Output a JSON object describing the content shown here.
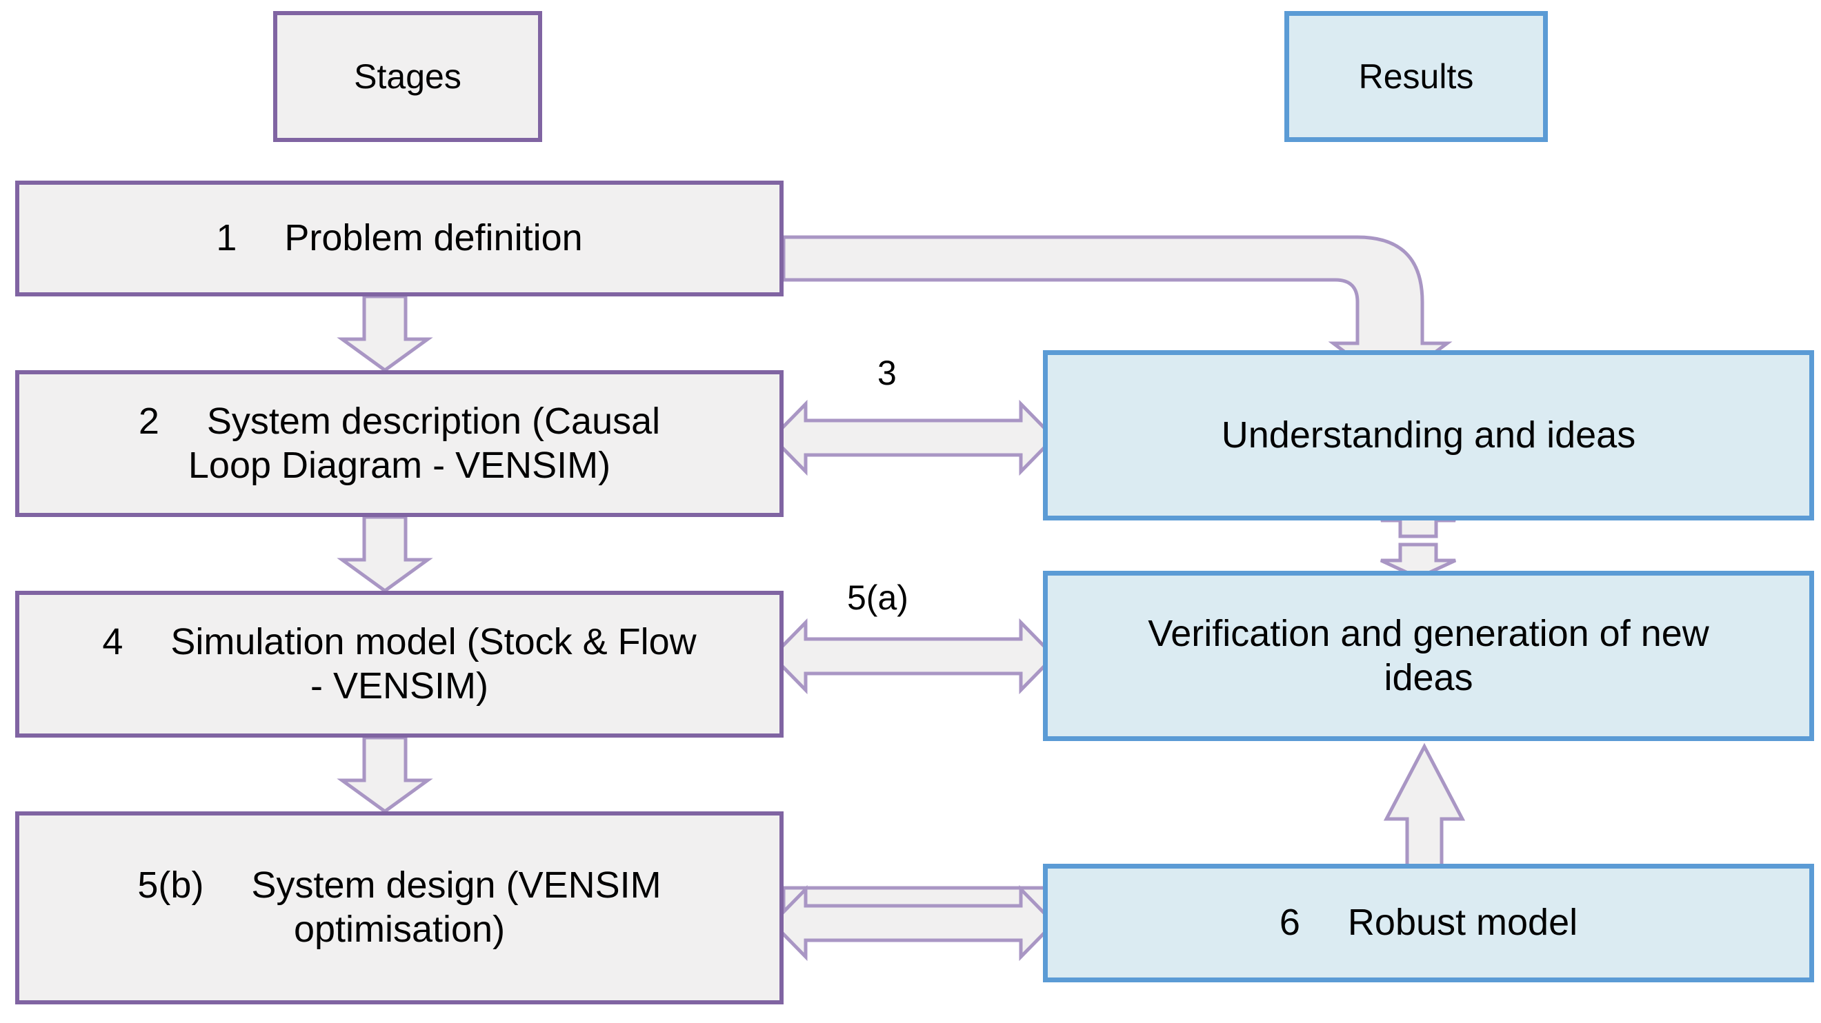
{
  "diagram": {
    "title_columns": {
      "stages": "Stages",
      "results": "Results"
    },
    "colors": {
      "stage_border": "#8064a2",
      "stage_fill": "#f1f0f0",
      "result_border": "#5b9bd5",
      "result_fill": "#dbebf2",
      "arrow_stroke": "#a996c4",
      "arrow_fill": "#f1f0f0",
      "text": "#000000",
      "background": "#ffffff"
    },
    "stages": [
      {
        "id": "stage-1",
        "number": "1",
        "label": "1  Problem definition"
      },
      {
        "id": "stage-2",
        "number": "2",
        "label": "2  System description (Causal\nLoop Diagram - VENSIM)"
      },
      {
        "id": "stage-4",
        "number": "4",
        "label": "4  Simulation model (Stock & Flow\n- VENSIM)"
      },
      {
        "id": "stage-5b",
        "number": "5(b)",
        "label": "5(b)  System design (VENSIM\noptimisation)"
      }
    ],
    "results": [
      {
        "id": "result-understanding",
        "label": "Understanding and ideas"
      },
      {
        "id": "result-verification",
        "label": "Verification and generation of new\nideas"
      },
      {
        "id": "result-robust",
        "number": "6",
        "label": "6  Robust model"
      }
    ],
    "connector_labels": [
      {
        "id": "conn-3",
        "text": "3"
      },
      {
        "id": "conn-5a",
        "text": "5(a)"
      }
    ]
  }
}
